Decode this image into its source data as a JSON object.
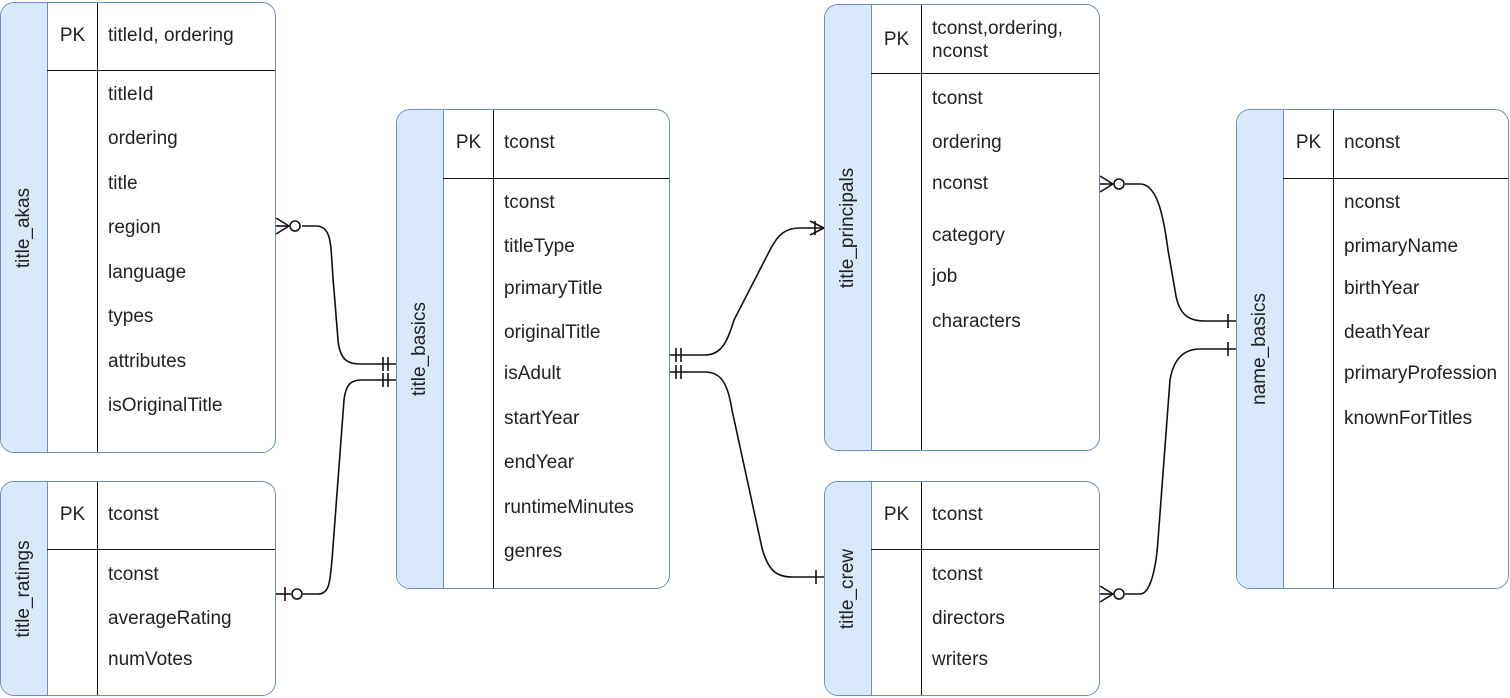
{
  "entities": {
    "title_akas": {
      "name": "title_akas",
      "pk_label": "PK",
      "pk": "titleId, ordering",
      "attributes": [
        "titleId",
        "ordering",
        "title",
        "region",
        "language",
        "types",
        "attributes",
        "isOriginalTitle"
      ]
    },
    "title_ratings": {
      "name": "title_ratings",
      "pk_label": "PK",
      "pk": "tconst",
      "attributes": [
        "tconst",
        "averageRating",
        "numVotes"
      ]
    },
    "title_basics": {
      "name": "title_basics",
      "pk_label": "PK",
      "pk": "tconst",
      "attributes": [
        "tconst",
        "titleType",
        "primaryTitle",
        "originalTitle",
        "isAdult",
        "startYear",
        "endYear",
        "runtimeMinutes",
        "genres"
      ]
    },
    "title_principals": {
      "name": "title_principals",
      "pk_label": "PK",
      "pk": "tconst,ordering,\nnconst",
      "attributes": [
        "tconst",
        "ordering",
        "nconst",
        "category",
        "job",
        "characters"
      ]
    },
    "title_crew": {
      "name": "title_crew",
      "pk_label": "PK",
      "pk": "tconst",
      "attributes": [
        "tconst",
        "directors",
        "writers"
      ]
    },
    "name_basics": {
      "name": "name_basics",
      "pk_label": "PK",
      "pk": "nconst",
      "attributes": [
        "nconst",
        "primaryName",
        "birthYear",
        "deathYear",
        "primaryProfession",
        "knownForTitles"
      ]
    }
  },
  "relationships": [
    {
      "from": "title_akas",
      "to": "title_basics",
      "from_end": "zero-or-many",
      "to_end": "one-and-only-one"
    },
    {
      "from": "title_ratings",
      "to": "title_basics",
      "from_end": "zero-or-one",
      "to_end": "one-and-only-one"
    },
    {
      "from": "title_basics",
      "to": "title_principals",
      "from_end": "one-and-only-one",
      "to_end": "one-or-many"
    },
    {
      "from": "title_basics",
      "to": "title_crew",
      "from_end": "one-and-only-one",
      "to_end": "one"
    },
    {
      "from": "title_principals",
      "to": "name_basics",
      "from_end": "zero-or-many",
      "to_end": "one"
    },
    {
      "from": "title_crew",
      "to": "name_basics",
      "from_end": "zero-or-many",
      "to_end": "one"
    }
  ],
  "colors": {
    "header_fill": "#dae8fc",
    "border": "#6c8ebf",
    "line": "#111111"
  }
}
